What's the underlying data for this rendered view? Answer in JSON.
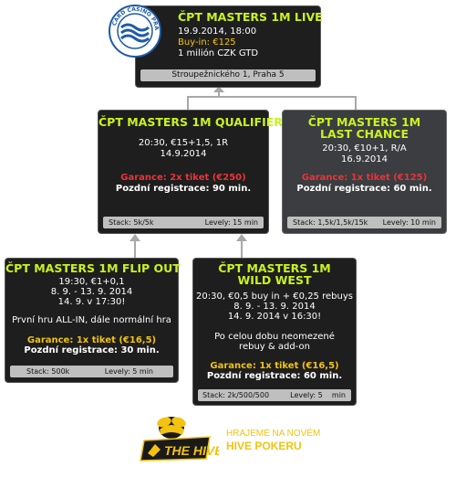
{
  "live": {
    "title": "ČPT MASTERS 1M LIVE",
    "date": "19.9.2014, 18:00",
    "buyin": "Buy-in: €125",
    "gtd": "1 milión CZK GTD",
    "address": "Stroupežnického 1, Praha 5",
    "logo_text": "CARD CASINO PRAGUE"
  },
  "qualifier": {
    "title": "ČPT MASTERS 1M QUALIFIER",
    "line1": "20:30, €15+1,5, 1R",
    "line2": "14.9.2014",
    "guarantee": "Garance: 2x tiket (€250)",
    "late": "Pozdní registrace: 90 min.",
    "stack": "Stack: 5k/5k",
    "levels": "Levely: 15 min"
  },
  "last": {
    "title1": "ČPT MASTERS 1M",
    "title2": "LAST CHANCE",
    "line1": "20:30, €10+1, R/A",
    "line2": "16.9.2014",
    "guarantee": "Garance: 1x tiket (€125)",
    "late": "Pozdní registrace: 60 min.",
    "stack": "Stack: 1,5k/1,5k/15k",
    "levels": "Levely: 10 min"
  },
  "flip": {
    "title": "ČPT MASTERS 1M FLIP OUT",
    "line1": "19:30, €1+0,1",
    "line2": "8. 9. - 13. 9. 2014",
    "line3": "14. 9. v 17:30!",
    "note": "První hru ALL-IN, dále normální hra",
    "guarantee": "Garance: 1x tiket (€16,5)",
    "late": "Pozdní registrace: 30 min.",
    "stack": "Stack: 500k",
    "levels": "Levely: 5 min"
  },
  "wild": {
    "title1": "ČPT MASTERS 1M",
    "title2": "WILD WEST",
    "line1": "20:30, €0,5 buy in + €0,25 rebuys",
    "line2": "8. 9. - 13. 9. 2014",
    "line3": "14. 9. 2014 v 16:30!",
    "note1": "Po celou dobu neomezené",
    "note2": "rebuy & add-on",
    "guarantee": "Garance: 1x tiket (€16,5)",
    "late": "Pozdní registrace: 60 min.",
    "stack": "Stack: 2k/500/500",
    "levels": "Levely: 5    min"
  },
  "brand": {
    "logo_text": "THE HIVE",
    "tagline1": "HRAJEME NA NOVÉM",
    "tagline2": "HIVE POKERU"
  },
  "colors": {
    "title": "#c9f21e",
    "red": "#e8343a",
    "yellow": "#f2c310",
    "arrow": "#a8a8a8"
  }
}
